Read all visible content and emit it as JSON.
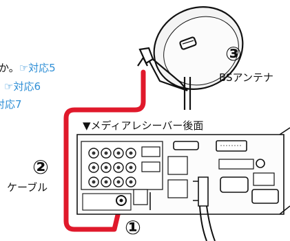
{
  "references": [
    {
      "black": "か。",
      "icon": "☞",
      "blue": "対応5"
    },
    {
      "black": "",
      "icon": "☞",
      "blue": "対応6"
    },
    {
      "black": "",
      "icon": "",
      "blue": "対応7"
    }
  ],
  "steps": [
    {
      "number": "③",
      "label": "BSアンテナ"
    },
    {
      "number": "②",
      "label": "ケーブル"
    },
    {
      "number": "①",
      "label": ""
    }
  ],
  "device_caption": "▼メディアレシーバー後面",
  "colors": {
    "cable": "#e0192b",
    "ref_text": "#2f8fd6",
    "line": "#111111"
  }
}
